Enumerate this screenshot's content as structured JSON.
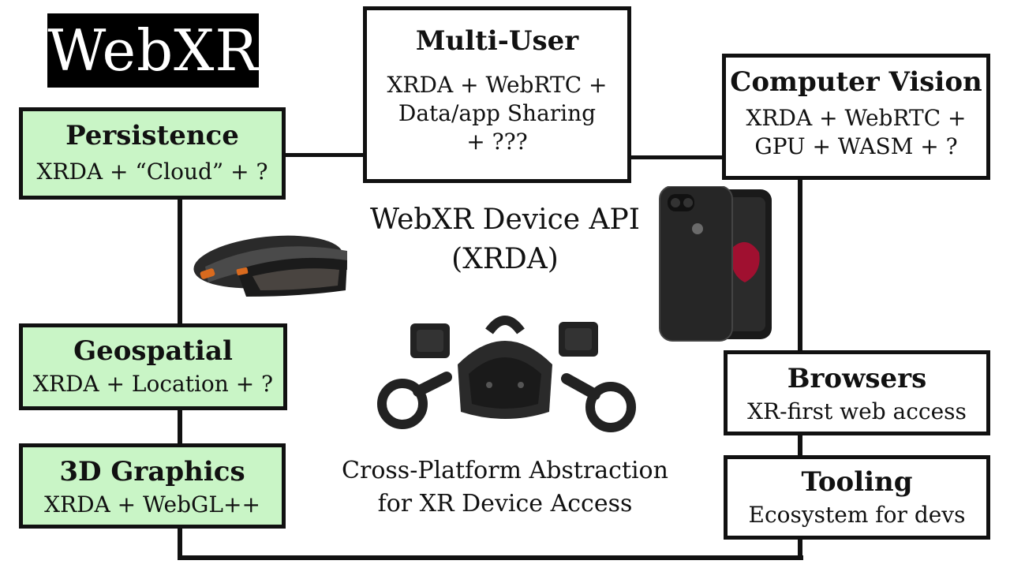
{
  "logo": "WebXR",
  "nodes": {
    "multi_user": {
      "title": "Multi-User",
      "lines": [
        "XRDA + WebRTC +",
        "Data/app Sharing",
        "+ ???"
      ]
    },
    "computer_vision": {
      "title": "Computer Vision",
      "lines": [
        "XRDA + WebRTC +",
        "GPU + WASM + ?"
      ]
    },
    "persistence": {
      "title": "Persistence",
      "lines": [
        "XRDA + “Cloud” + ?"
      ]
    },
    "geospatial": {
      "title": "Geospatial",
      "lines": [
        "XRDA + Location + ?"
      ]
    },
    "graphics_3d": {
      "title": "3D Graphics",
      "lines": [
        "XRDA + WebGL++"
      ]
    },
    "browsers": {
      "title": "Browsers",
      "lines": [
        "XR-first web access"
      ]
    },
    "tooling": {
      "title": "Tooling",
      "lines": [
        "Ecosystem for devs"
      ]
    }
  },
  "center": {
    "title_line1": "WebXR Device API",
    "title_line2": "(XRDA)",
    "caption_line1": "Cross-Platform Abstraction",
    "caption_line2": "for XR Device Access"
  },
  "colors": {
    "node_green": "#c9f5c6",
    "stroke": "#111111"
  },
  "icons": [
    "hololens-headset-icon",
    "vive-headset-kit-icon",
    "smartphone-icon"
  ]
}
